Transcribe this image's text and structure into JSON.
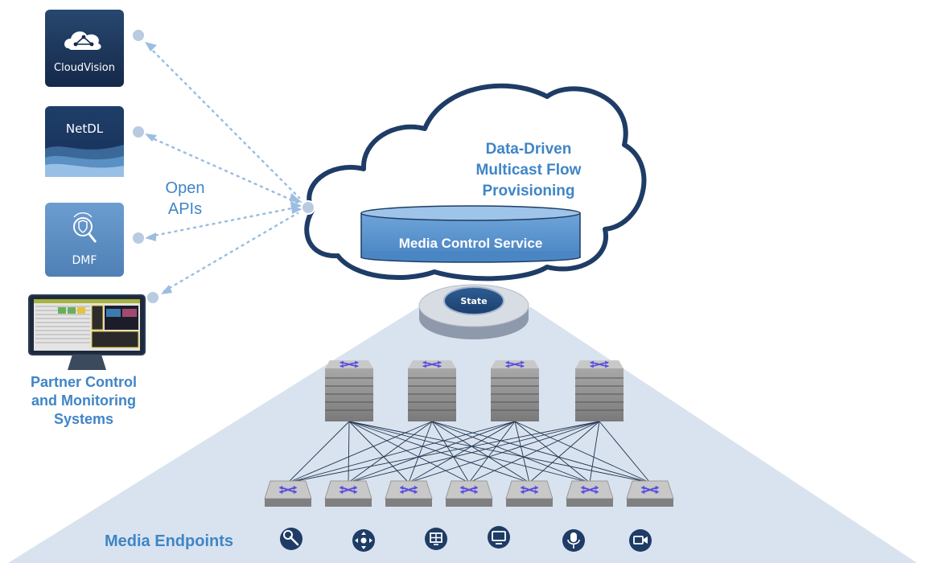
{
  "tools": {
    "cloudvision": {
      "label": "CloudVision",
      "icon": "cloud-network-icon"
    },
    "netdl": {
      "label": "NetDL",
      "icon": "wave-graph-icon"
    },
    "dmf": {
      "label": "DMF",
      "icon": "shield-magnifier-icon"
    },
    "partner": {
      "icon": "monitor-dashboard-icon",
      "caption_line1": "Partner Control",
      "caption_line2": "and Monitoring",
      "caption_line3": "Systems"
    }
  },
  "open_apis": {
    "line1": "Open",
    "line2": "APIs"
  },
  "cloud": {
    "title_line1": "Data-Driven",
    "title_line2": "Multicast Flow",
    "title_line3": "Provisioning",
    "service_label": "Media Control Service"
  },
  "state_label": "State",
  "fabric": {
    "spine_count": 4,
    "leaf_count": 7,
    "switch_icon": "crossed-arrows-icon"
  },
  "endpoints": {
    "label": "Media Endpoints",
    "icons": [
      "camera-icon",
      "joystick-icon",
      "display-grid-icon",
      "monitor-icon",
      "microphone-icon",
      "video-camera-icon"
    ]
  },
  "colors": {
    "accent_blue": "#3F85C7",
    "dark_navy": "#1E3C66",
    "tile_blue": "#5E8FC2",
    "fabric_bg": "#D9E3EF",
    "switch_purple": "#5A4FE0",
    "dotted_line": "#9BBEE0"
  }
}
